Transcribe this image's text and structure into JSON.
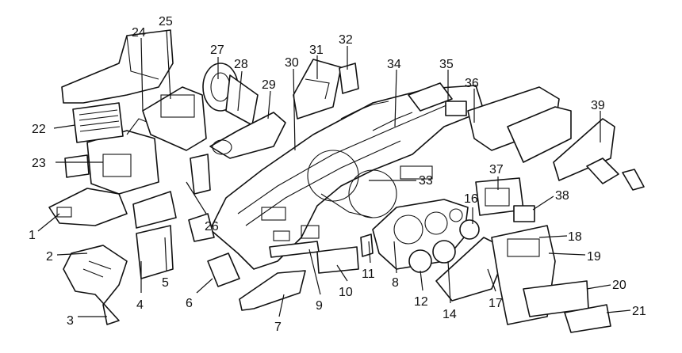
{
  "callouts": [
    {
      "id": "c1",
      "text": "1"
    },
    {
      "id": "c2",
      "text": "2"
    },
    {
      "id": "c3",
      "text": "3"
    },
    {
      "id": "c4",
      "text": "4"
    },
    {
      "id": "c5",
      "text": "5"
    },
    {
      "id": "c6",
      "text": "6"
    },
    {
      "id": "c7",
      "text": "7"
    },
    {
      "id": "c8",
      "text": "8"
    },
    {
      "id": "c9",
      "text": "9"
    },
    {
      "id": "c10",
      "text": "10"
    },
    {
      "id": "c11",
      "text": "11"
    },
    {
      "id": "c12",
      "text": "12"
    },
    {
      "id": "c14",
      "text": "14"
    },
    {
      "id": "c16",
      "text": "16"
    },
    {
      "id": "c17",
      "text": "17"
    },
    {
      "id": "c18",
      "text": "18"
    },
    {
      "id": "c19",
      "text": "19"
    },
    {
      "id": "c20",
      "text": "20"
    },
    {
      "id": "c21",
      "text": "21"
    },
    {
      "id": "c22",
      "text": "22"
    },
    {
      "id": "c23",
      "text": "23"
    },
    {
      "id": "c24",
      "text": "24"
    },
    {
      "id": "c25",
      "text": "25"
    },
    {
      "id": "c26",
      "text": "26"
    },
    {
      "id": "c27",
      "text": "27"
    },
    {
      "id": "c28",
      "text": "28"
    },
    {
      "id": "c29",
      "text": "29"
    },
    {
      "id": "c30",
      "text": "30"
    },
    {
      "id": "c31",
      "text": "31"
    },
    {
      "id": "c32",
      "text": "32"
    },
    {
      "id": "c33",
      "text": "33"
    },
    {
      "id": "c34",
      "text": "34"
    },
    {
      "id": "c35",
      "text": "35"
    },
    {
      "id": "c36",
      "text": "36"
    },
    {
      "id": "c37",
      "text": "37"
    },
    {
      "id": "c38",
      "text": "38"
    },
    {
      "id": "c39",
      "text": "39"
    }
  ],
  "colors": {
    "line": "#111111",
    "background": "#ffffff"
  }
}
